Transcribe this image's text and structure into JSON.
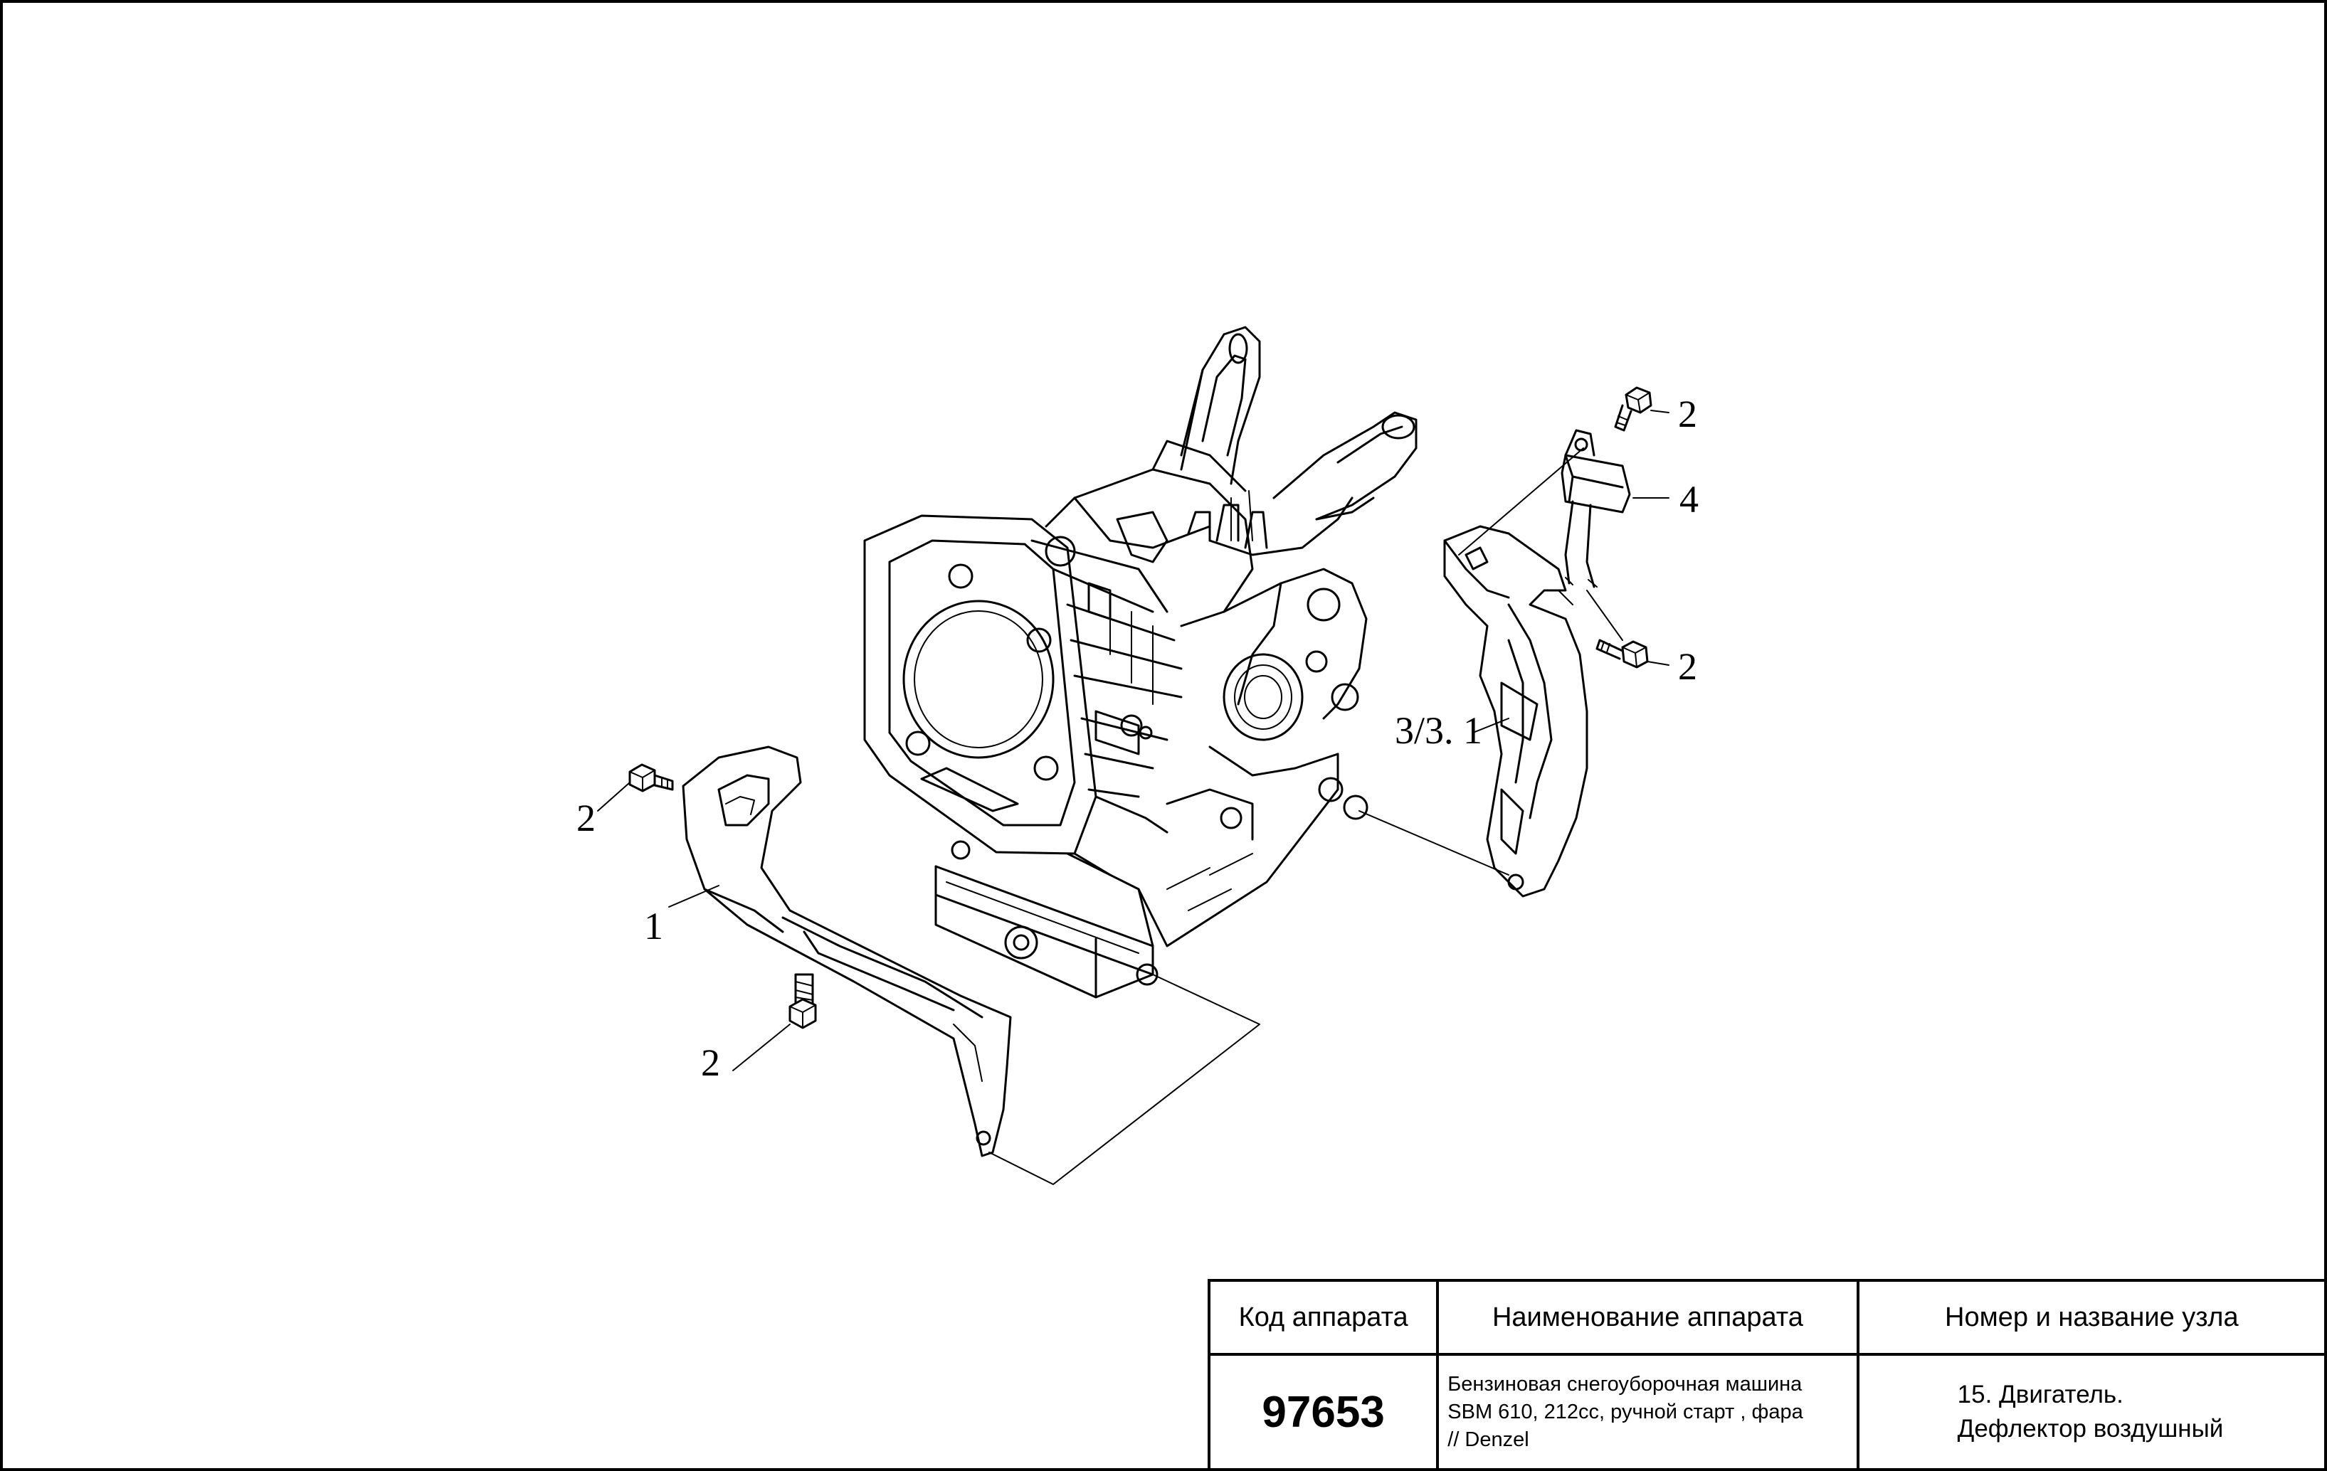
{
  "callouts": {
    "c2_top": "2",
    "c4": "4",
    "c2_right": "2",
    "c3": "3/3. 1",
    "c2_left": "2",
    "c1": "1",
    "c2_bottom": "2"
  },
  "title_block": {
    "col1_header": "Код аппарата",
    "col2_header": "Наименование аппарата",
    "col3_header": "Номер и название узла",
    "device_code": "97653",
    "device_name_line1": "Бензиновая снегоуборочная машина",
    "device_name_line2": "SBM 610, 212cc, ручной старт , фара",
    "device_name_line3": "// Denzel",
    "node_line1": "15. Двигатель.",
    "node_line2": "Дефлектор воздушный"
  }
}
